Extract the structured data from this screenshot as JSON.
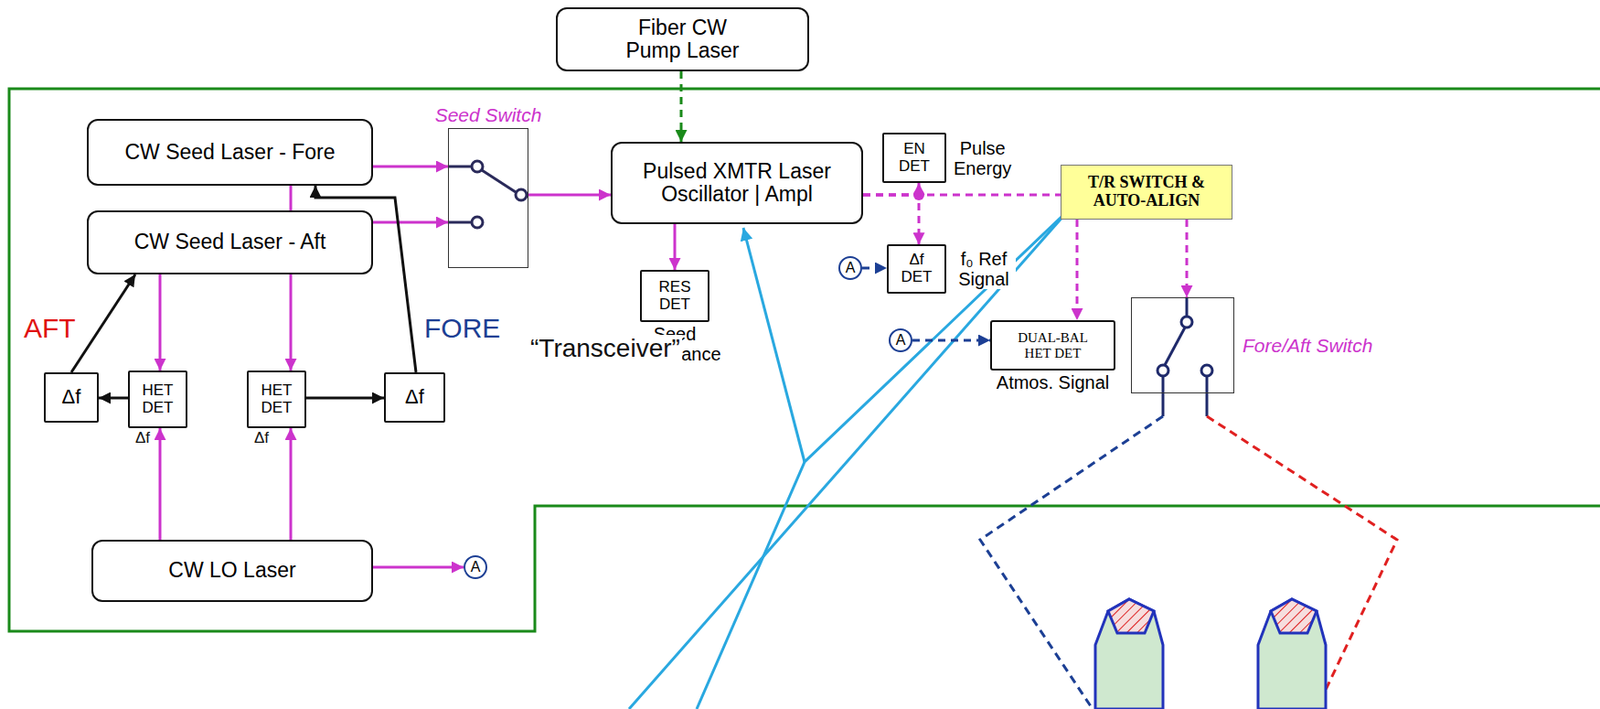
{
  "diagram": {
    "nodes": [
      {
        "text": [
          "Fiber CW Pump Laser"
        ]
      },
      {
        "text": [
          "CW Seed Laser - Fore"
        ]
      },
      {
        "text": [
          "Seed Switch"
        ]
      },
      {
        "text": [
          "Pulsed XMTR Laser Oscillator | Ampl"
        ]
      },
      {
        "text": [
          "EN DET",
          "Pulse Energy"
        ]
      },
      {
        "text": [
          "T/R SWITCH & AUTO-ALIGN"
        ]
      },
      {
        "text": [
          "CW Seed Laser - Aft"
        ]
      },
      {
        "text": [
          "RES DET",
          "Seed Resonance"
        ]
      },
      {
        "text": [
          "A"
        ]
      },
      {
        "text": [
          "Δf DET",
          "f₀ Ref Signal"
        ]
      },
      {
        "text": [
          "A"
        ]
      },
      {
        "text": [
          "DUAL-BAL HET DET",
          "Atmos. Signal"
        ]
      },
      {
        "text": [
          "Fore/Aft Switch"
        ]
      },
      {
        "text": [
          "Δf"
        ]
      },
      {
        "text": [
          "HET DET"
        ]
      },
      {
        "text": [
          "HET DET"
        ]
      },
      {
        "text": [
          "Δf"
        ]
      },
      {
        "text": [
          "CW LO Laser"
        ]
      },
      {
        "text": [
          "A"
        ]
      }
    ],
    "edges": [
      {
        "from": 0,
        "to": 3,
        "arrow": "to"
      },
      {
        "from": 1,
        "to": 2,
        "arrow": "to"
      },
      {
        "from": 6,
        "to": 2,
        "arrow": "to"
      },
      {
        "from": 2,
        "to": 3,
        "arrow": "to"
      },
      {
        "from": 3,
        "to": 7,
        "arrow": "to"
      },
      {
        "from": 3,
        "to": 4,
        "arrow": "to"
      },
      {
        "from": 3,
        "to": 9,
        "arrow": "to"
      },
      {
        "from": 3,
        "to": 5,
        "arrow": "none"
      },
      {
        "from": 5,
        "to": 11,
        "arrow": "to"
      },
      {
        "from": 5,
        "to": 12,
        "arrow": "to"
      },
      {
        "from": 1,
        "to": 6,
        "arrow": "none"
      },
      {
        "from": 6,
        "to": 14,
        "arrow": "to"
      },
      {
        "from": 6,
        "to": 15,
        "arrow": "to"
      },
      {
        "from": 14,
        "to": 13,
        "arrow": "to"
      },
      {
        "from": 15,
        "to": 16,
        "arrow": "to"
      },
      {
        "from": 13,
        "to": 6,
        "arrow": "to"
      },
      {
        "from": 16,
        "to": 1,
        "arrow": "to"
      },
      {
        "from": 17,
        "to": 14,
        "arrow": "to"
      },
      {
        "from": 17,
        "to": 15,
        "arrow": "to"
      },
      {
        "from": 17,
        "to": 18,
        "arrow": "to"
      },
      {
        "from": 8,
        "to": 9,
        "arrow": "to"
      },
      {
        "from": 10,
        "to": 11,
        "arrow": "to"
      }
    ],
    "labels": [
      "AFT",
      "FORE",
      "Δf",
      "Δf",
      "“Transceiver”"
    ]
  }
}
